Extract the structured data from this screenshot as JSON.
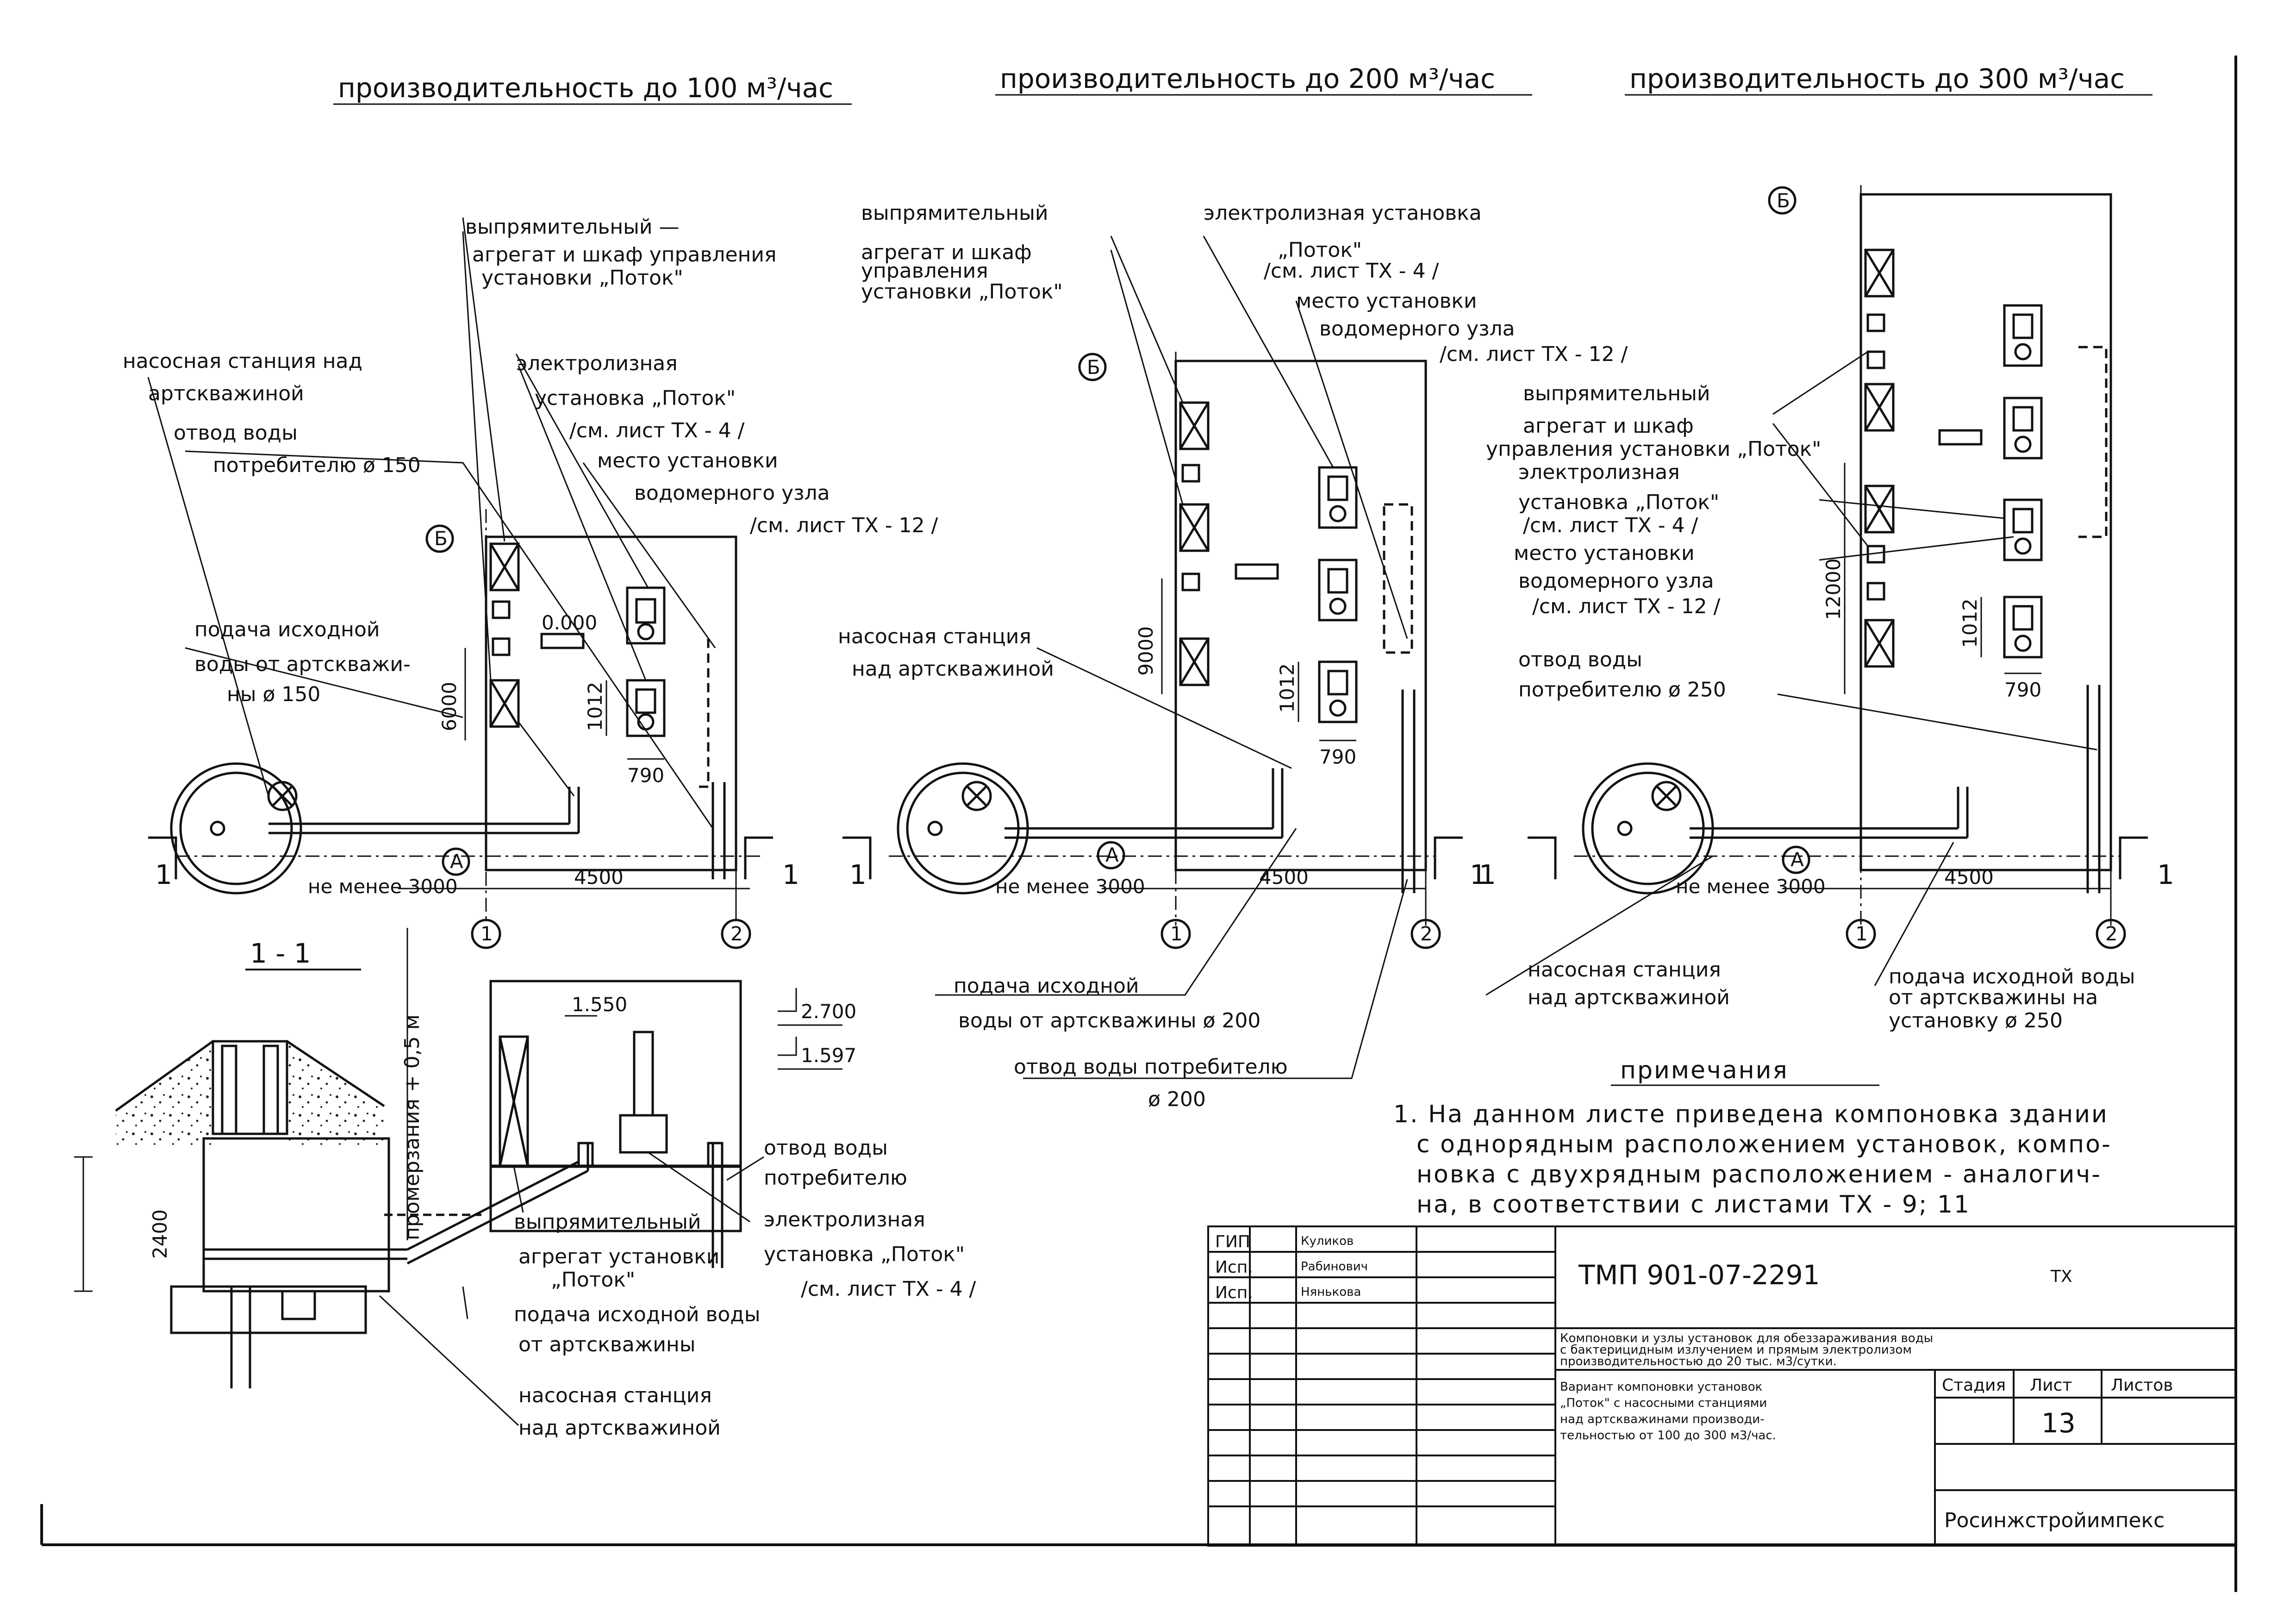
{
  "headers": [
    "производительность до 100 м³/час",
    "производительность до 200 м³/час",
    "производительность до 300 м³/час"
  ],
  "p100": {
    "rect": "выпрямительный —",
    "rect2": "агрегат и шкаф управления",
    "rect3": "установки „Поток\"",
    "pump1": "насосная станция над",
    "pump2": "артскважиной",
    "otv1": "отвод воды",
    "otv2": "потребителю ø 150",
    "el1": "электролизная",
    "el2": "установка „Поток\"",
    "el3": "/см. лист ТХ - 4 /",
    "mesto": "место установки",
    "vod": "водомерного узла",
    "vodsheet": "/см. лист ТХ - 12 /",
    "pod1": "подача исходной",
    "pod2": "воды от артскважи-",
    "pod3": "ны   ø 150",
    "elev": "0.000",
    "dim_h": "6000",
    "dim_1012": "1012",
    "dim_790": "790",
    "dim_4500": "4500",
    "dim_3000": "не менее 3000",
    "axA": "А",
    "axB": "Б",
    "ax1": "1",
    "ax2": "2",
    "sec": "1",
    "sec2": "1"
  },
  "p200": {
    "rect1": "выпрямительный",
    "rect2": "агрегат и шкаф",
    "rect3": "управления",
    "rect4": "установки „Поток\"",
    "el1": "электролизная установка",
    "el2": "„Поток\"",
    "el3": "/см. лист ТХ - 4 /",
    "mesto": "место установки",
    "vod": "водомерного узла",
    "vodsheet": "/см. лист ТХ - 12 /",
    "pump1": "насосная станция",
    "pump2": "над артскважиной",
    "pod1": "подача исходной",
    "pod2": "воды от артскважины ø 200",
    "otv1": "отвод воды потребителю",
    "otv2": "ø 200",
    "dim_h": "9000",
    "dim_1012": "1012",
    "dim_790": "790",
    "dim_4500": "4500",
    "dim_3000": "не менее 3000",
    "axA": "А",
    "axB": "Б",
    "ax1": "1",
    "ax2": "2",
    "sec": "1",
    "sec2": "1"
  },
  "p300": {
    "rect1": "выпрямительный",
    "rect2": "агрегат и шкаф",
    "rect3": "управления установки „Поток\"",
    "el1": "электролизная",
    "el2": "установка „Поток\"",
    "el3": "/см. лист ТХ - 4 /",
    "mesto": "место установки",
    "vod": "водомерного узла",
    "vodsheet": "/см. лист ТХ - 12 /",
    "otv1": "отвод воды",
    "otv2": "потребителю  ø 250",
    "pump1": "насосная станция",
    "pump2": "над артскважиной",
    "pod1": "подача исходной воды",
    "pod2": "от артскважины на",
    "pod3": "установку  ø 250",
    "dim_h": "12000",
    "dim_1012": "1012",
    "dim_790": "790",
    "dim_4500": "4500",
    "dim_3000": "не менее 3000",
    "axA": "А",
    "axB": "Б",
    "ax1": "1",
    "ax2": "2",
    "sec": "1",
    "sec2": "1"
  },
  "section": {
    "title": "1 - 1",
    "frost": "промерзания + 0,5 м",
    "h2400": "2400",
    "e1550": "1.550",
    "e2700": "2.700",
    "e1597": "1.597",
    "otv1": "отвод воды",
    "otv2": "потребителю",
    "rect1": "выпрямительный",
    "rect2": "агрегат установки",
    "rect3": "„Поток\"",
    "el1": "электролизная",
    "el2": "установка „Поток\"",
    "el3": "/см. лист ТХ - 4 /",
    "pod1": "подача исходной воды",
    "pod2": "от артскважины",
    "pump1": "насосная станция",
    "pump2": "над артскважиной"
  },
  "notes": {
    "title": "примечания",
    "line1": "1. На данном листе приведена компоновка здании",
    "line2": "с однорядным расположением установок, компо-",
    "line3": "новка с двухрядным расположением - аналогич-",
    "line4": "на, в соответствии с листами ТХ - 9; 11"
  },
  "titleblock": {
    "roles": [
      "ГИП",
      "Исп.",
      "Исп."
    ],
    "names": [
      "Куликов",
      "Рабинович",
      "Няньковa"
    ],
    "code": "ТМП   901-07-2291",
    "suffix": "ТХ",
    "desc1": "Компоновки и узлы установок для обеззараживания воды",
    "desc2": "с бактерицидным излучением и прямым электролизом",
    "desc3": "производительностью до 20 тыс. м3/сутки.",
    "var1": "Вариант компоновки установок",
    "var2": "„Поток\" с насосными станциями",
    "var3": "над артскважинами производи-",
    "var4": "тельностью от 100 до 300 м3/час.",
    "stage_h": "Стадия",
    "sheet_h": "Лист",
    "sheets_h": "Листов",
    "sheet_no": "13",
    "org": "Росинжстройимпекс"
  }
}
